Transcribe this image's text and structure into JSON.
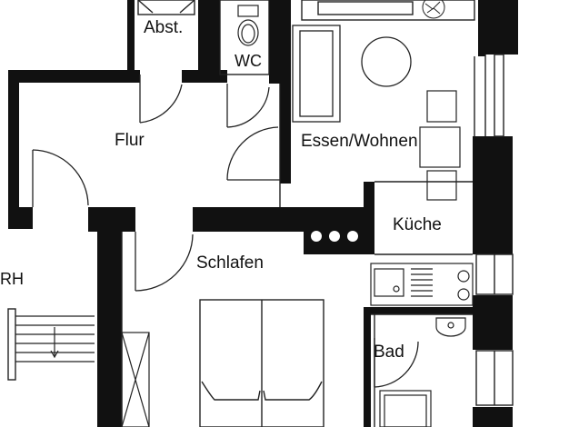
{
  "plan": {
    "rooms": {
      "abstellraum": "Abst.",
      "wc": "WC",
      "flur": "Flur",
      "essen_wohnen": "Essen/Wohnen",
      "kueche": "Küche",
      "schlafen": "Schlafen",
      "treppenhaus_fragment": "RH",
      "bad": "Bad"
    },
    "colors": {
      "wall": "#111111",
      "line": "#222222",
      "background": "#ffffff"
    },
    "fixtures": [
      "toilet-icon",
      "sofa-icon",
      "round-table-icon",
      "plant-icon",
      "stove-icon",
      "sink-icon",
      "washbasin-icon",
      "double-bed-icon",
      "wardrobe-icon",
      "shower-icon",
      "stairs-icon"
    ]
  }
}
